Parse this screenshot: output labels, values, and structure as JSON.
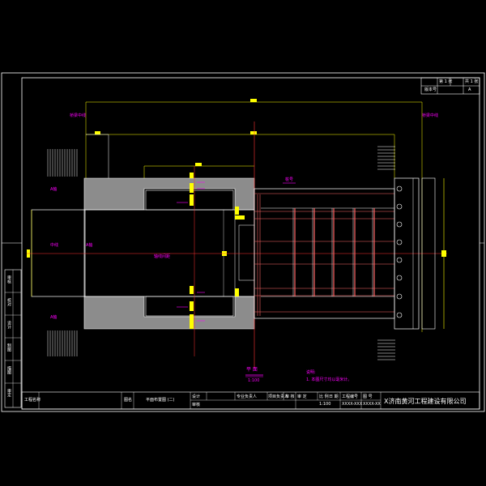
{
  "colors": {
    "background": "#000000",
    "line": "#ffffff",
    "dimension": "#ffff00",
    "annotation": "#ff00ff",
    "structure_fill": "#8c8c8c",
    "grid_line": "#ff6666"
  },
  "sheet_info": {
    "sheet_label": "第 1 张",
    "total_label": "共 1 张",
    "version_label": "版本号",
    "version_value": "A"
  },
  "title_block": {
    "project_label": "工程名称",
    "drawing_label": "图名",
    "drawing_name": "平面布置图 (二)",
    "design_label": "设计",
    "check_label": "审核",
    "row_cells": [
      "专业负责人",
      "项目负责人",
      "审 核",
      "审 定",
      "比 例",
      "日 期"
    ],
    "scale_value": "1:100",
    "number_label": "工程编号",
    "drawing_no_label": "图 号",
    "project_no": "XXXX-XXX",
    "drawing_no": "XXXX-XX",
    "company": "X济南黄河工程建设有限公司"
  },
  "side_strip": [
    "审核",
    "校对",
    "设计",
    "制图",
    "描图",
    "审定"
  ],
  "labels": {
    "left_top": "A轴",
    "left_bottom": "A轴",
    "center": "轴线间距",
    "center_left": "A轴",
    "left_margin": "中线",
    "top_left_dim": "桥梁中线",
    "top_right_dim": "桥梁中线",
    "top_callout": "桩号"
  },
  "notes": {
    "section_title": "平 面",
    "section_scale": "1:100",
    "heading": "说明:",
    "line1": "1. 本图尺寸均以毫米计。"
  }
}
